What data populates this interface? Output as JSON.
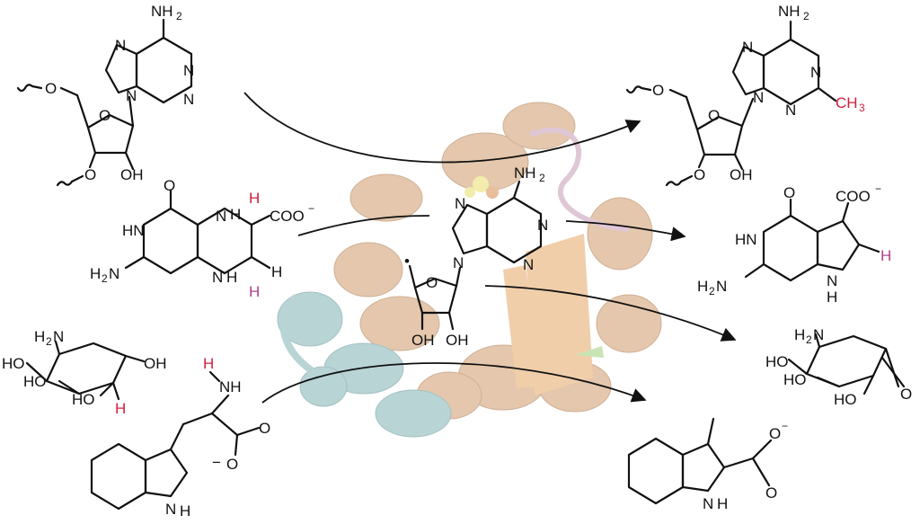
{
  "colors": {
    "red_label": "#d21f3c",
    "magenta_label": "#b0408f",
    "protein_orange": "#cf9a6a",
    "protein_teal": "#7fb1b4",
    "protein_pink": "#c79ab6",
    "ligand_yellow": "#e8e06a"
  },
  "labels": {
    "nh2": "NH",
    "two": "2",
    "n": "N",
    "o": "O",
    "oh": "OH",
    "ho": "HO",
    "h": "H",
    "hn": "HN",
    "h2n": "H",
    "coo": "COO",
    "minus": "−",
    "ch3": "CH",
    "three": "3",
    "nh": "NH",
    "dot": "•"
  }
}
